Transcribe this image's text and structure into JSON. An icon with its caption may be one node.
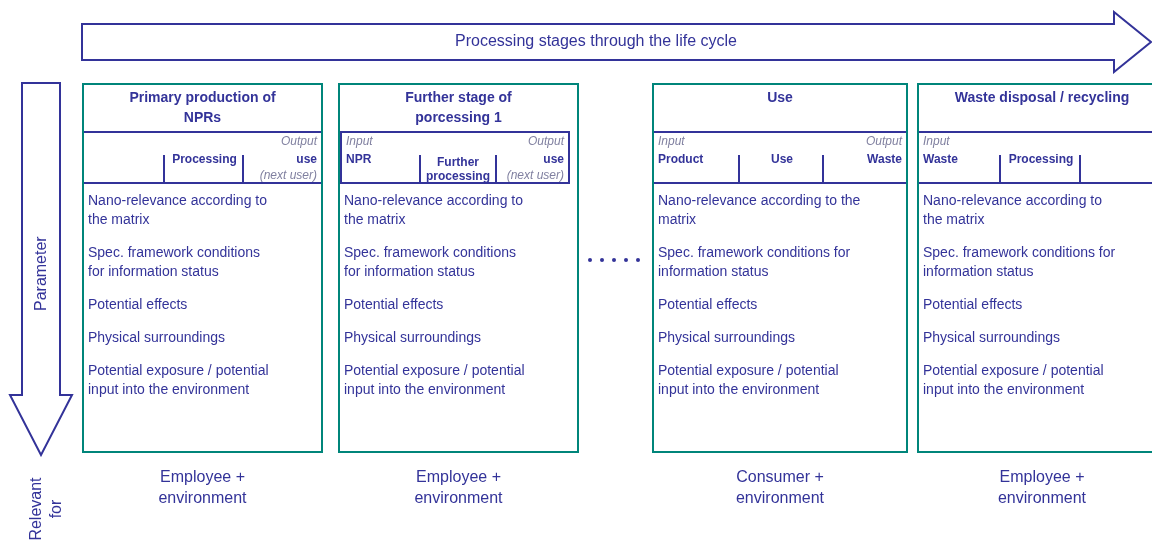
{
  "diagram": {
    "nodes": [
      {
        "text": [
          "Processing stages through the life cycle"
        ]
      },
      {
        "text": [
          "Parameter"
        ]
      },
      {
        "text": [
          "Primary production of NPRs",
          "Nano-relevance according to the matrix",
          "Spec. framework conditions for information status",
          "Potential effects",
          "Physical surroundings",
          "Potential exposure / potential input into the environment"
        ],
        "beside": [
          "Employee + environment"
        ]
      },
      {
        "text": [
          "Processing",
          "Output",
          "use",
          "(next user)"
        ],
        "in": 2
      },
      {
        "text": [
          "Further stage of porcessing 1",
          "Nano-relevance according to the matrix",
          "Spec. framework conditions for information status",
          "Potential effects",
          "Physical surroundings",
          "Potential exposure / potential input into the environment"
        ],
        "beside": [
          "Employee + environment"
        ]
      },
      {
        "text": [
          "Input",
          "NPR",
          "Further processing",
          "Output",
          "use",
          "(next user)"
        ],
        "in": 4
      },
      {
        "text": [
          "Use",
          "Nano-relevance according to the matrix",
          "Spec. framework conditions for information status",
          "Potential effects",
          "Physical surroundings",
          "Potential exposure / potential input into the environment"
        ],
        "beside": [
          "Consumer + environment"
        ]
      },
      {
        "text": [
          "Input",
          "Product",
          "Use",
          "Output",
          "Waste"
        ],
        "in": 6
      },
      {
        "text": [
          "Waste disposal / recycling",
          "Nano-relevance according to the matrix",
          "Spec. framework conditions for information status",
          "Potential effects",
          "Physical surroundings",
          "Potential exposure / potential input into the environment"
        ],
        "beside": [
          "Employee + environment"
        ]
      },
      {
        "text": [
          "Input",
          "Waste",
          "Processing"
        ],
        "in": 8
      }
    ],
    "labels": [
      "Relevant for"
    ]
  }
}
